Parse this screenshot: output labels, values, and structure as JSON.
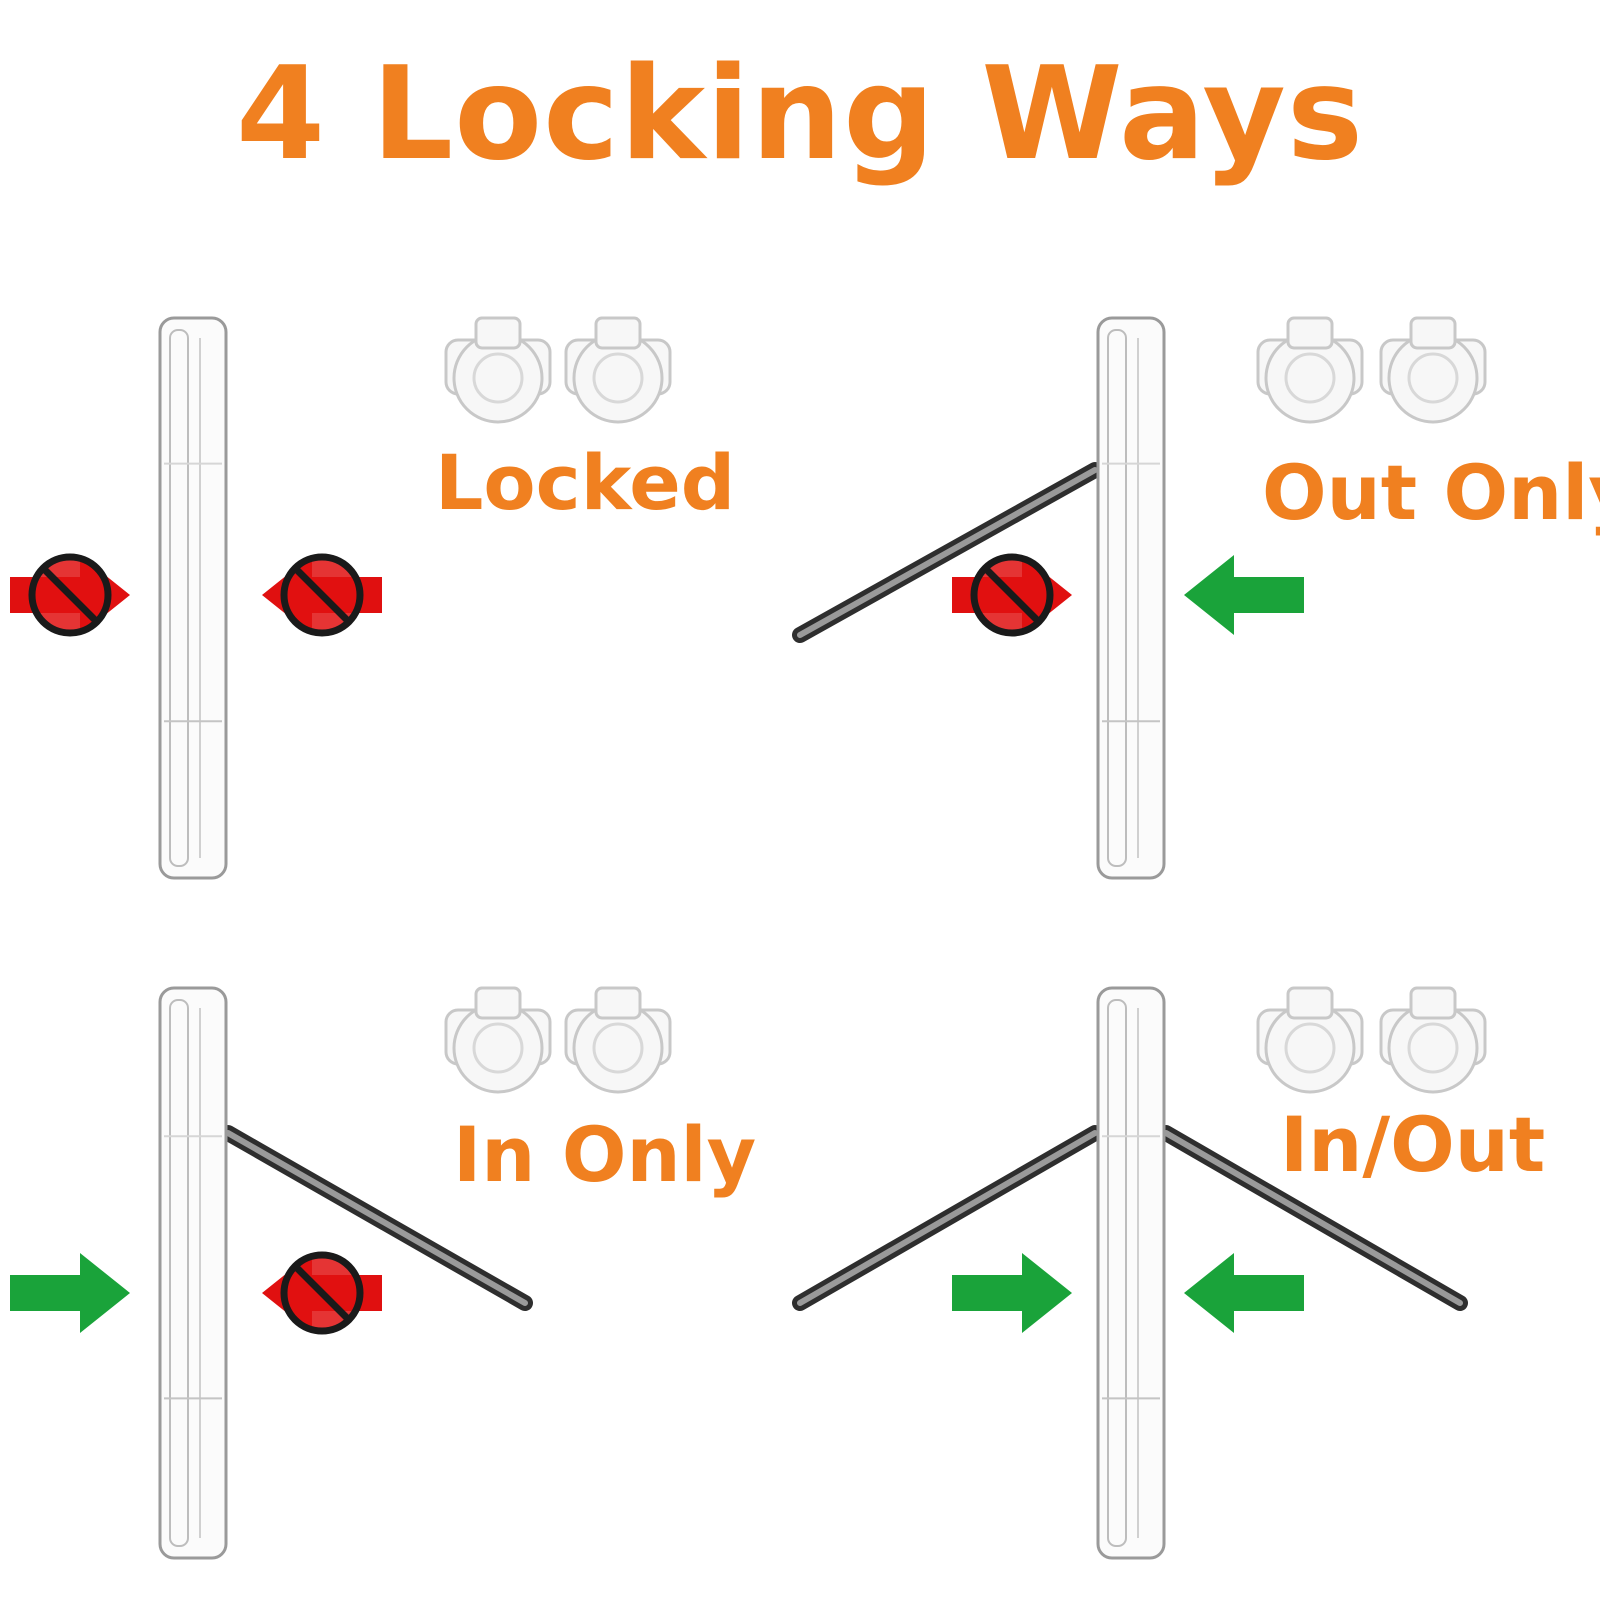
{
  "title": "4 Locking Ways",
  "colors": {
    "title": "#f08020",
    "label": "#f08020",
    "allowed_arrow": "#1aa33a",
    "blocked_arrow": "#e01010",
    "lock_body": "#f7f7f7",
    "lock_outline": "#c8c8c8",
    "door": "#555555"
  },
  "modes": [
    {
      "label": "Locked",
      "inward": "blocked",
      "outward": "blocked"
    },
    {
      "label": "Out Only",
      "inward": "allowed",
      "outward": "blocked"
    },
    {
      "label": "In Only",
      "inward": "blocked",
      "outward": "allowed"
    },
    {
      "label": "In/Out",
      "inward": "allowed",
      "outward": "allowed"
    }
  ],
  "icons": {
    "allowed": "arrow-icon",
    "blocked": "no-entry-icon",
    "lock": "lock-knob-icon",
    "door": "door-panel-icon"
  }
}
